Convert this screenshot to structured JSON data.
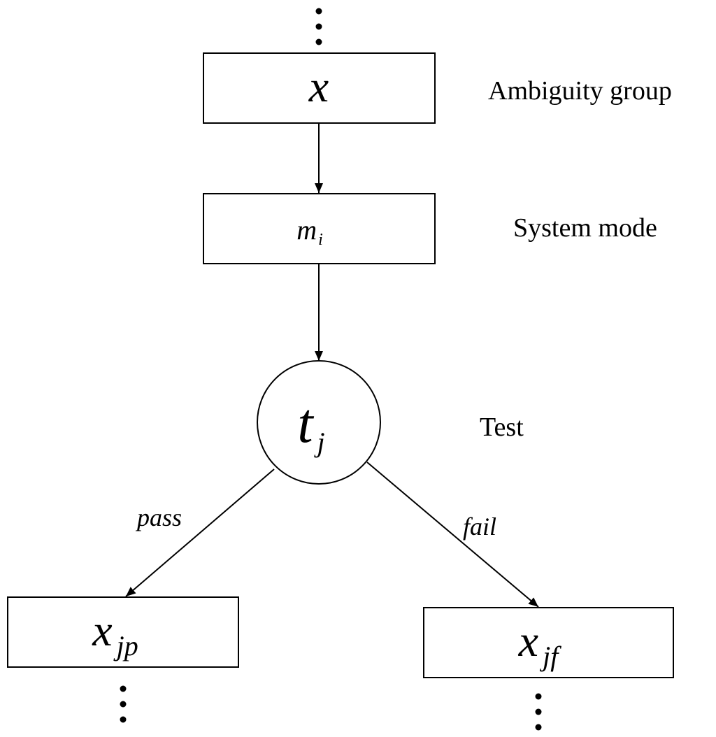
{
  "nodes": {
    "ambiguity": {
      "main": "x",
      "sub": ""
    },
    "mode": {
      "main": "m",
      "sub": "i"
    },
    "test": {
      "main": "t",
      "sub": "j"
    },
    "pass_group": {
      "main": "x",
      "sub": "jp"
    },
    "fail_group": {
      "main": "x",
      "sub": "jf"
    }
  },
  "side_labels": {
    "ambiguity": "Ambiguity group",
    "mode": "System mode",
    "test": "Test"
  },
  "edge_labels": {
    "pass": "pass",
    "fail": "fail"
  }
}
